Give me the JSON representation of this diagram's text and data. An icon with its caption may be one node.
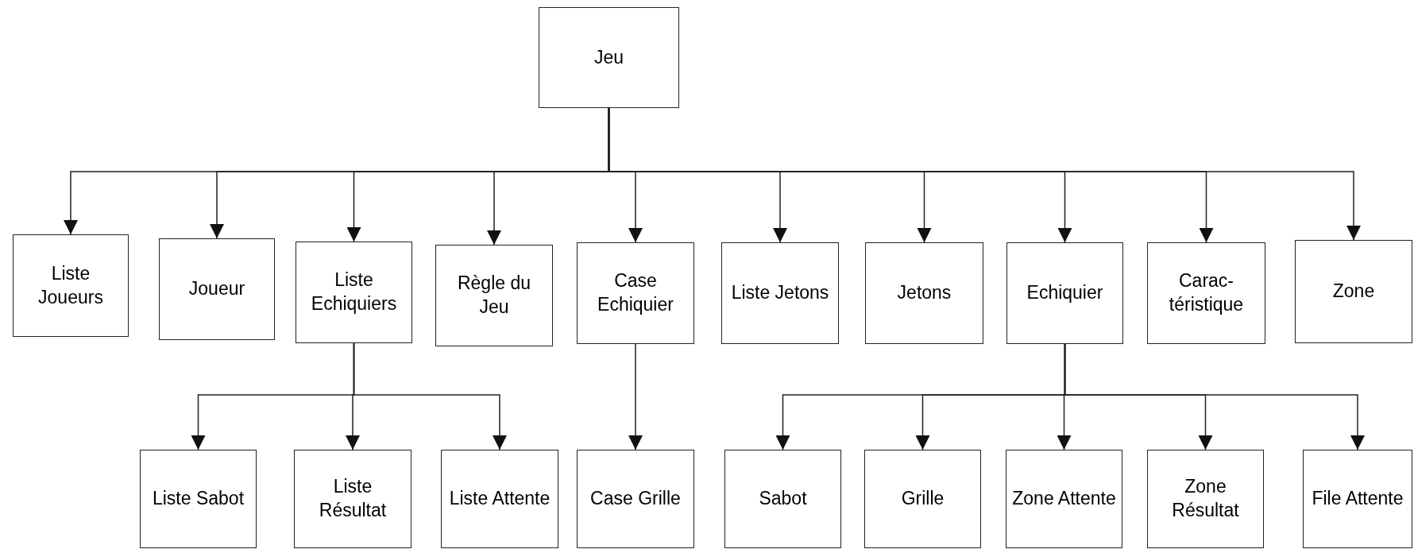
{
  "diagram": {
    "nodes": [
      {
        "text": [
          "Jeu"
        ]
      },
      {
        "text": [
          "Liste Joueurs"
        ]
      },
      {
        "text": [
          "Joueur"
        ]
      },
      {
        "text": [
          "Liste Echiquiers"
        ]
      },
      {
        "text": [
          "Règle du Jeu"
        ]
      },
      {
        "text": [
          "Case Echiquier"
        ]
      },
      {
        "text": [
          "Liste Jetons"
        ]
      },
      {
        "text": [
          "Jetons"
        ]
      },
      {
        "text": [
          "Echiquier"
        ]
      },
      {
        "text": [
          "Carac- téristique"
        ]
      },
      {
        "text": [
          "Zone"
        ]
      },
      {
        "text": [
          "Liste Sabot"
        ]
      },
      {
        "text": [
          "Liste Résultat"
        ]
      },
      {
        "text": [
          "Liste Attente"
        ]
      },
      {
        "text": [
          "Case Grille"
        ]
      },
      {
        "text": [
          "Sabot"
        ]
      },
      {
        "text": [
          "Grille"
        ]
      },
      {
        "text": [
          "Zone Attente"
        ]
      },
      {
        "text": [
          "Zone Résultat"
        ]
      },
      {
        "text": [
          "File Attente"
        ]
      }
    ],
    "edges": [
      {
        "from": 0,
        "to": 1,
        "arrow": "to"
      },
      {
        "from": 0,
        "to": 2,
        "arrow": "to"
      },
      {
        "from": 0,
        "to": 3,
        "arrow": "to"
      },
      {
        "from": 0,
        "to": 4,
        "arrow": "to"
      },
      {
        "from": 0,
        "to": 5,
        "arrow": "to"
      },
      {
        "from": 0,
        "to": 6,
        "arrow": "to"
      },
      {
        "from": 0,
        "to": 7,
        "arrow": "to"
      },
      {
        "from": 0,
        "to": 8,
        "arrow": "to"
      },
      {
        "from": 0,
        "to": 9,
        "arrow": "to"
      },
      {
        "from": 0,
        "to": 10,
        "arrow": "to"
      },
      {
        "from": 3,
        "to": 11,
        "arrow": "to"
      },
      {
        "from": 3,
        "to": 12,
        "arrow": "to"
      },
      {
        "from": 3,
        "to": 13,
        "arrow": "to"
      },
      {
        "from": 5,
        "to": 14,
        "arrow": "to"
      },
      {
        "from": 8,
        "to": 15,
        "arrow": "to"
      },
      {
        "from": 8,
        "to": 16,
        "arrow": "to"
      },
      {
        "from": 8,
        "to": 17,
        "arrow": "to"
      },
      {
        "from": 8,
        "to": 18,
        "arrow": "to"
      },
      {
        "from": 8,
        "to": 19,
        "arrow": "to"
      }
    ]
  }
}
